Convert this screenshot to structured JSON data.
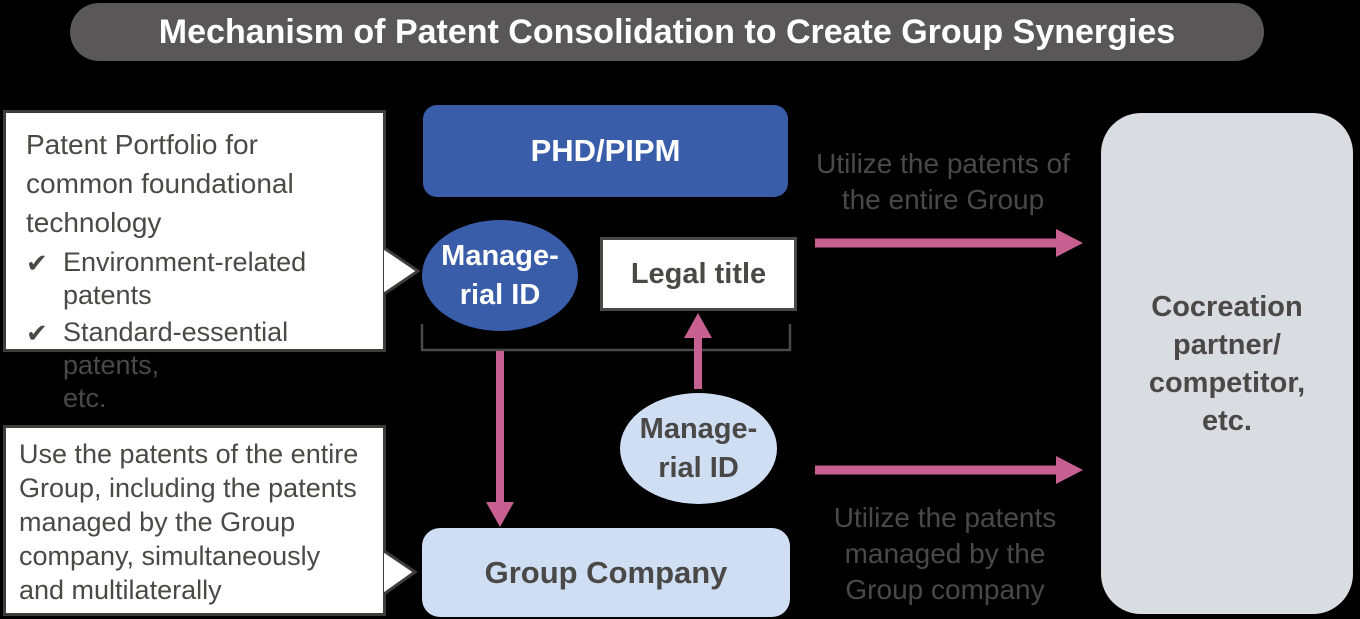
{
  "title": "Mechanism of Patent Consolidation to Create Group Synergies",
  "colors": {
    "bg": "#000000",
    "title-bar-bg": "#595757",
    "title-text": "#ffffff",
    "blue": "#3a5da9",
    "light-blue": "#cfdef2",
    "gray-box": "#d9dde1",
    "pink": "#c75f90",
    "text-dark": "#4a4948",
    "border-dark": "#3f3c3b",
    "white": "#ffffff"
  },
  "callout_top": {
    "intro": "Patent Portfolio for\ncommon foundational\ntechnology",
    "check": "✔",
    "bullets": [
      "Environment-related patents",
      "Standard-essential patents,\netc."
    ]
  },
  "callout_bottom": {
    "text": "Use the patents of the entire\nGroup, including the patents\nmanaged by the Group\ncompany, simultaneously\nand multilaterally"
  },
  "nodes": {
    "phd_pipm": "PHD/PIPM",
    "managerial_id_phd": "Manage-\nrial ID",
    "legal_title": "Legal title",
    "managerial_id_group": "Manage-\nrial ID",
    "group_company": "Group Company",
    "cocreation_partner": "Cocreation\npartner/\ncompetitor,\netc."
  },
  "arrow_labels": {
    "top": "Utilize the patents of\nthe entire Group",
    "bottom": "Utilize the patents\nmanaged by the\nGroup company"
  }
}
